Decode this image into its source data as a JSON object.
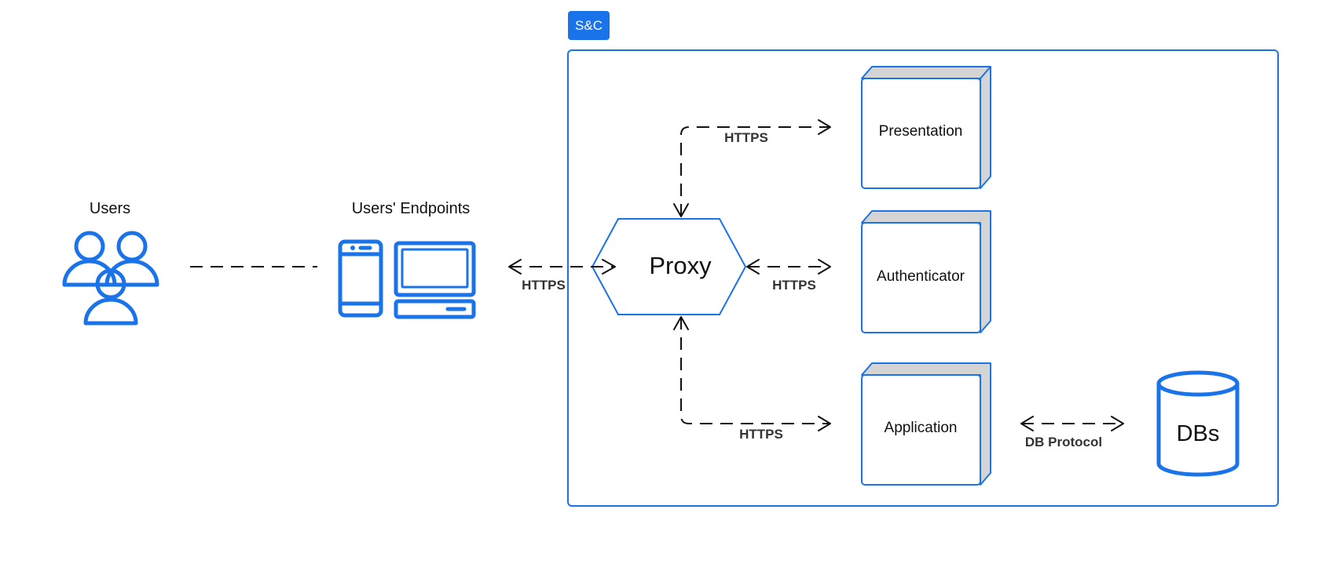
{
  "group": {
    "label": "S&C"
  },
  "nodes": {
    "users": "Users",
    "endpoints": "Users' Endpoints",
    "proxy": "Proxy",
    "presentation": "Presentation",
    "authenticator": "Authenticator",
    "application": "Application",
    "dbs": "DBs"
  },
  "edges": {
    "endpoints_proxy": "HTTPS",
    "proxy_presentation": "HTTPS",
    "proxy_authenticator": "HTTPS",
    "proxy_application": "HTTPS",
    "application_dbs": "DB Protocol"
  },
  "colors": {
    "accent": "#1a73e8",
    "line": "#111111",
    "face": "#d4d4d4"
  },
  "icons": {
    "users": "users-group-icon",
    "endpoints": "phone-and-desktop-icon",
    "db": "database-cylinder-icon"
  }
}
